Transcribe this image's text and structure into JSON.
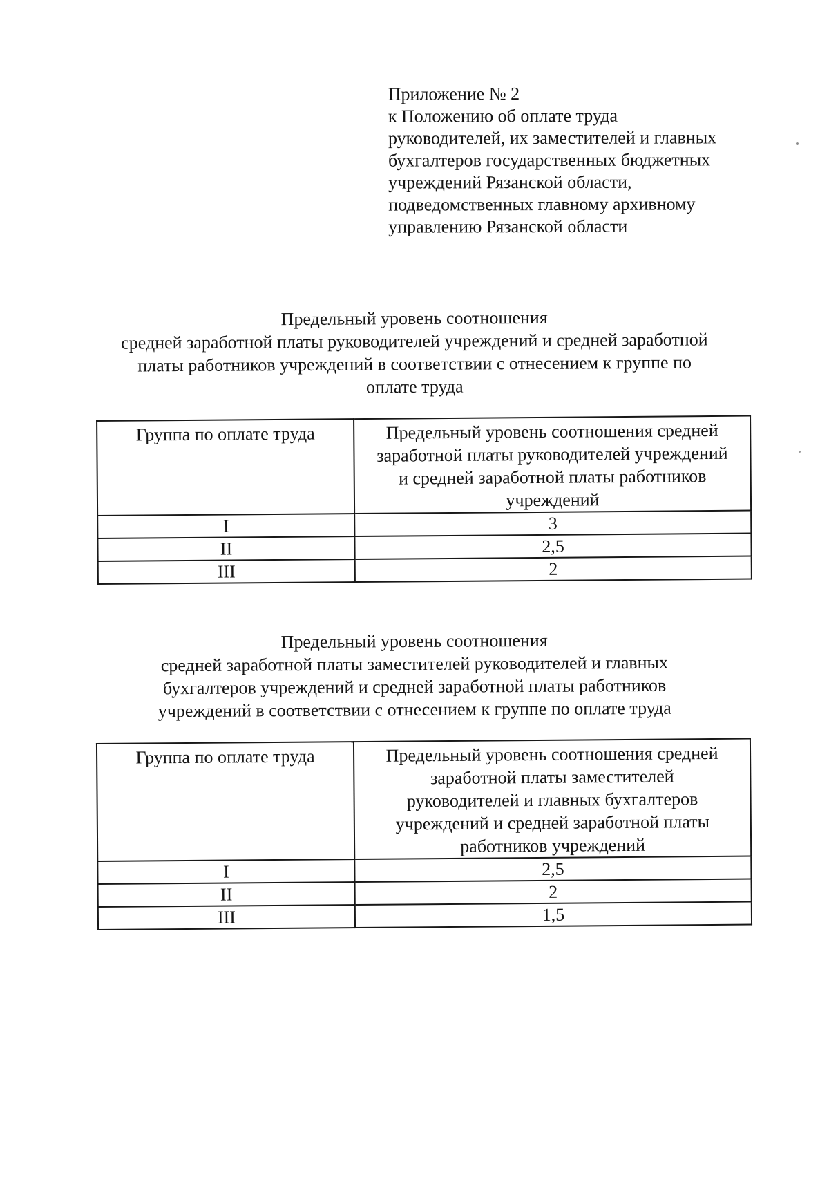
{
  "document": {
    "annex_block": {
      "lines": [
        "Приложение № 2",
        "к Положению об оплате труда",
        "руководителей, их заместителей и главных",
        "бухгалтеров государственных бюджетных",
        "учреждений Рязанской области,",
        "подведомственных главному архивному",
        "управлению Рязанской области"
      ]
    },
    "section1": {
      "title_lines": [
        "Предельный уровень соотношения",
        "средней заработной платы руководителей учреждений и средней заработной",
        "платы работников учреждений в соответствии с отнесением к группе по",
        "оплате труда"
      ],
      "table": {
        "col1_header": "Группа по оплате труда",
        "col2_header": "Предельный уровень соотношения средней заработной платы руководителей учреждений и средней заработной платы работников учреждений",
        "rows": [
          {
            "group": "I",
            "value": "3"
          },
          {
            "group": "II",
            "value": "2,5"
          },
          {
            "group": "III",
            "value": "2"
          }
        ]
      }
    },
    "section2": {
      "title_lines": [
        "Предельный уровень соотношения",
        "средней заработной платы заместителей руководителей и главных",
        "бухгалтеров учреждений и средней заработной платы работников",
        "учреждений в соответствии с отнесением к группе по оплате труда"
      ],
      "table": {
        "col1_header": "Группа по оплате труда",
        "col2_header": "Предельный уровень соотношения средней заработной платы заместителей руководителей и главных бухгалтеров учреждений и средней заработной платы работников учреждений",
        "rows": [
          {
            "group": "I",
            "value": "2,5"
          },
          {
            "group": "II",
            "value": "2"
          },
          {
            "group": "III",
            "value": "1,5"
          }
        ]
      }
    }
  },
  "colors": {
    "text": "#141414",
    "border": "#181818",
    "background": "#ffffff"
  }
}
